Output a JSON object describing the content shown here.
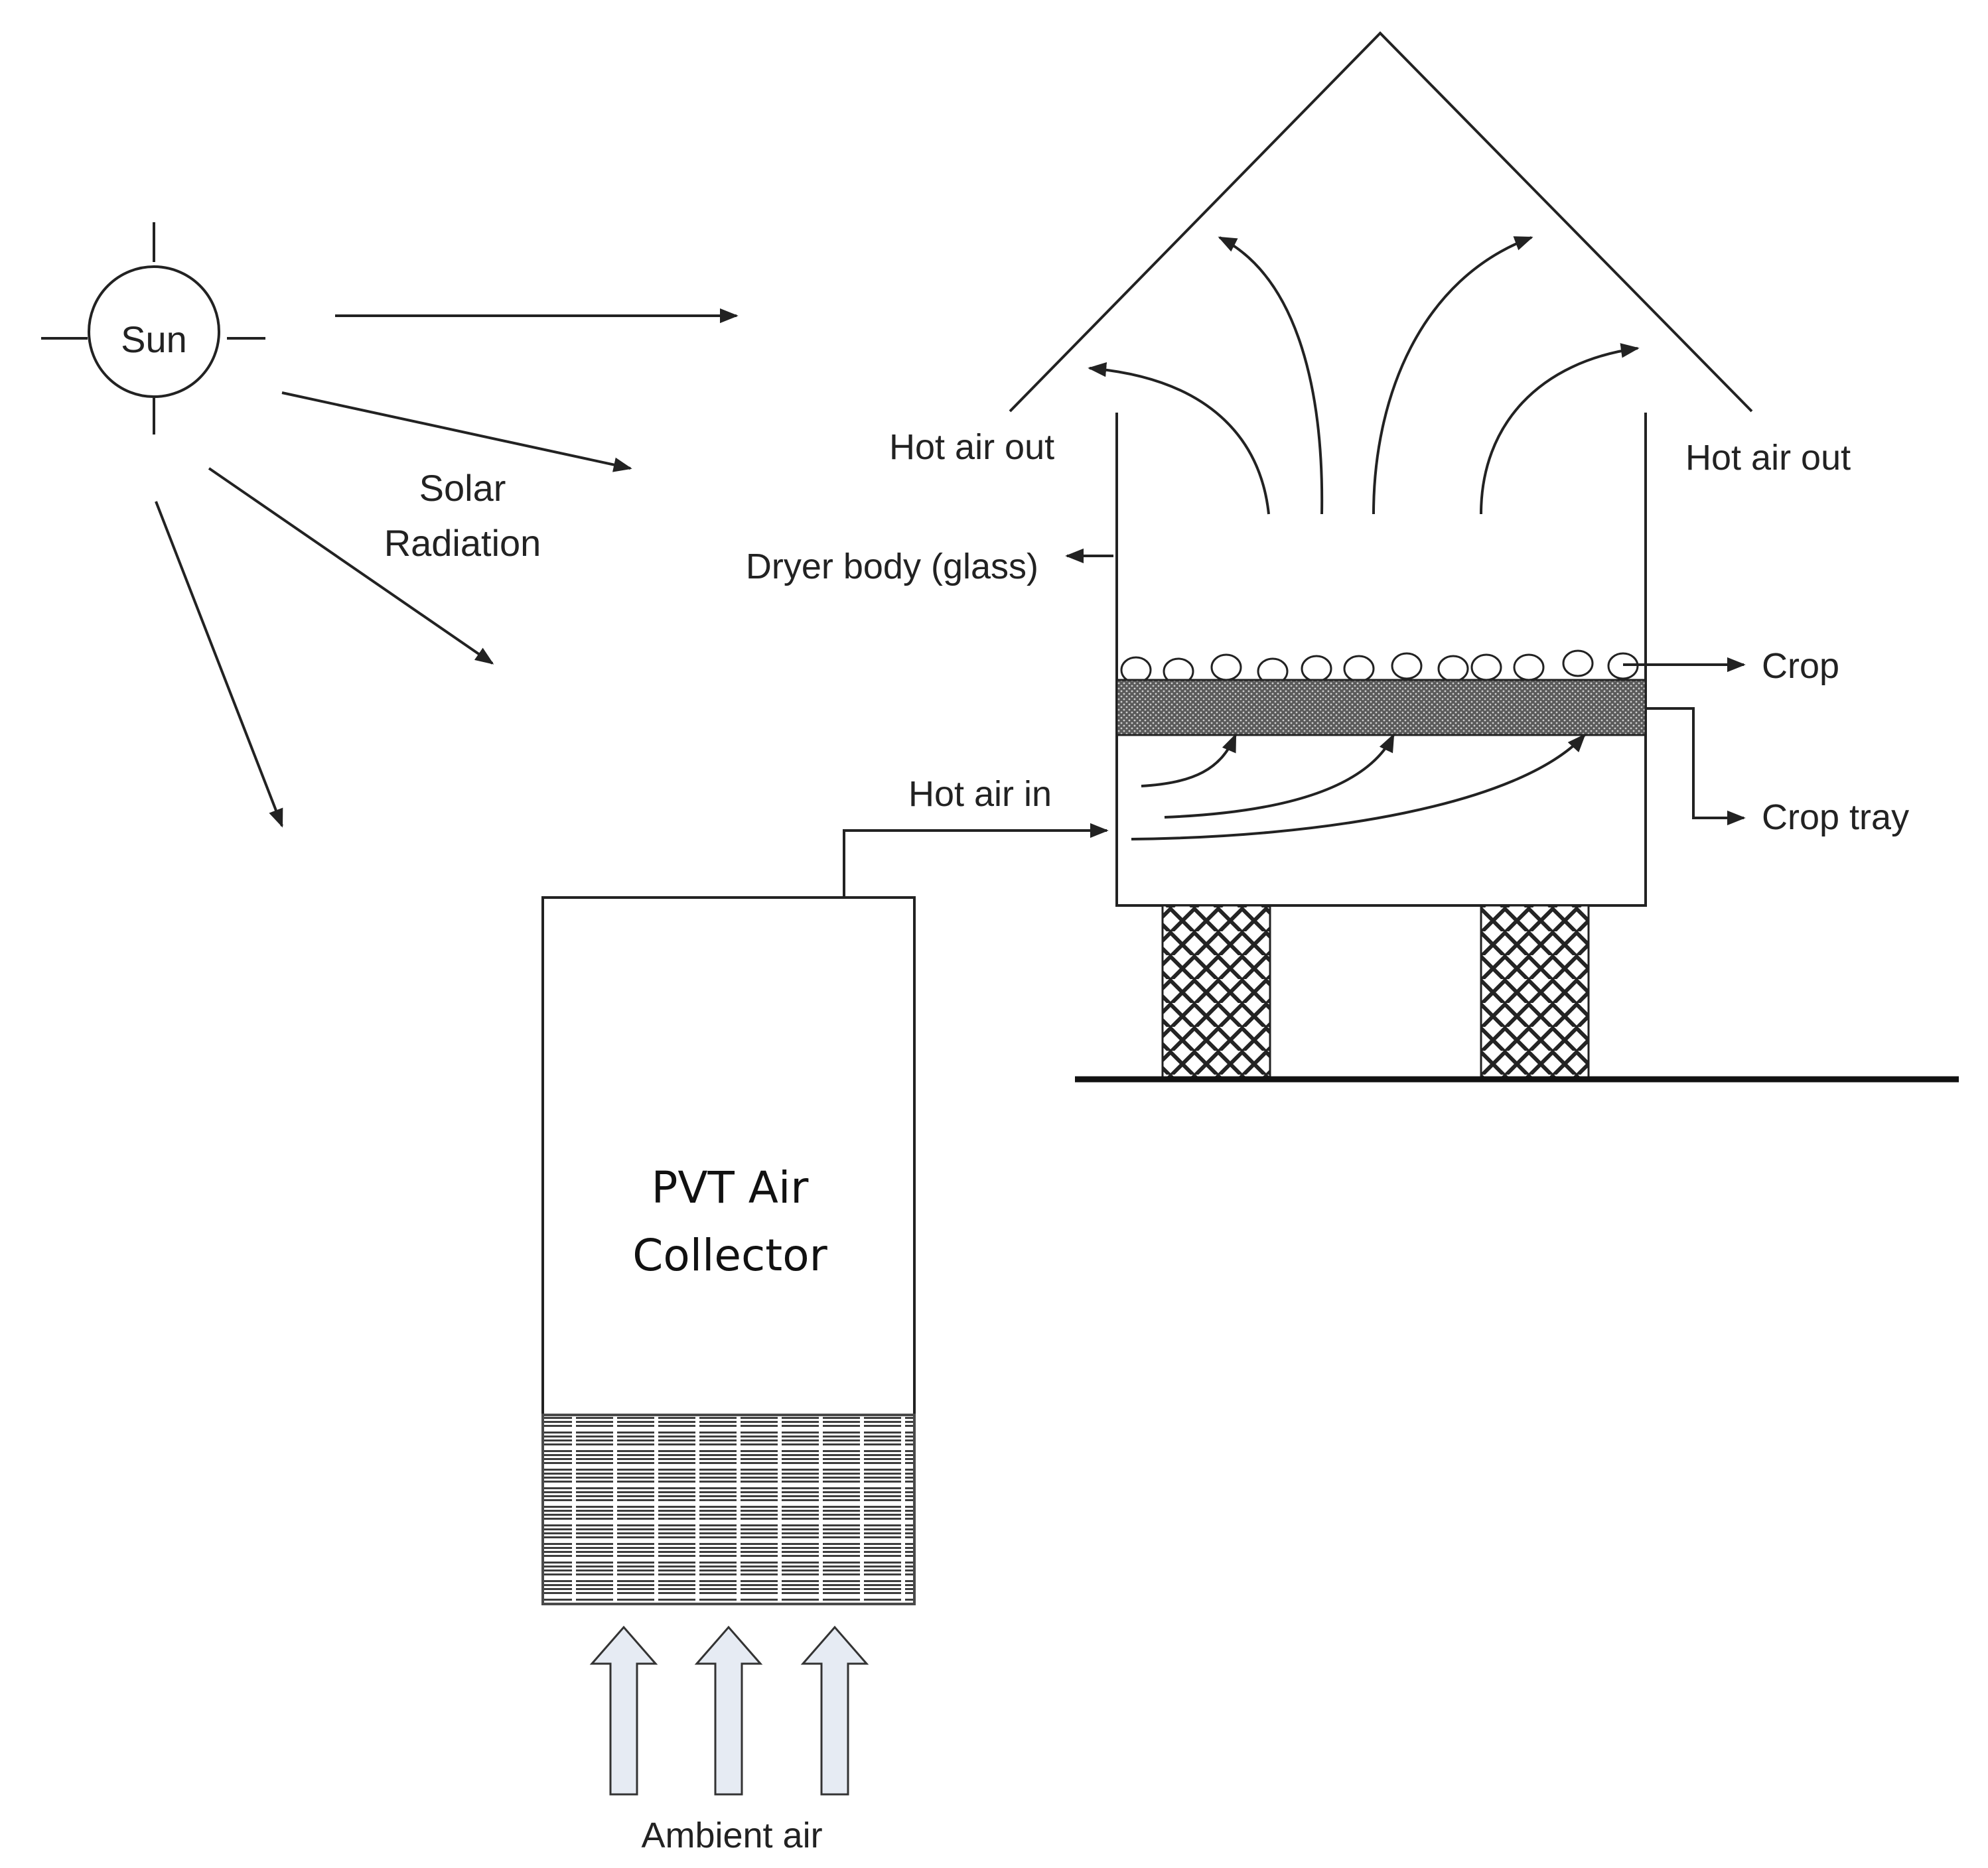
{
  "labels": {
    "sun": "Sun",
    "solar_radiation_line1": "Solar",
    "solar_radiation_line2": "Radiation",
    "hot_air_out_left": "Hot air out",
    "hot_air_out_right": "Hot air out",
    "dryer_body": "Dryer body (glass)",
    "crop": "Crop",
    "crop_tray": "Crop tray",
    "hot_air_in": "Hot air in",
    "collector_line1": "PVT Air",
    "collector_line2": "Collector",
    "ambient_air": "Ambient air"
  },
  "colors": {
    "line": "#222222",
    "tray_fill": "#6e6e6e",
    "pv_panel": "#4a4a4a",
    "inlet_arrow_fill": "#e6ebf3"
  },
  "icons": {
    "sun": "sun-icon",
    "inlet_arrows": "up-arrow-icon"
  }
}
